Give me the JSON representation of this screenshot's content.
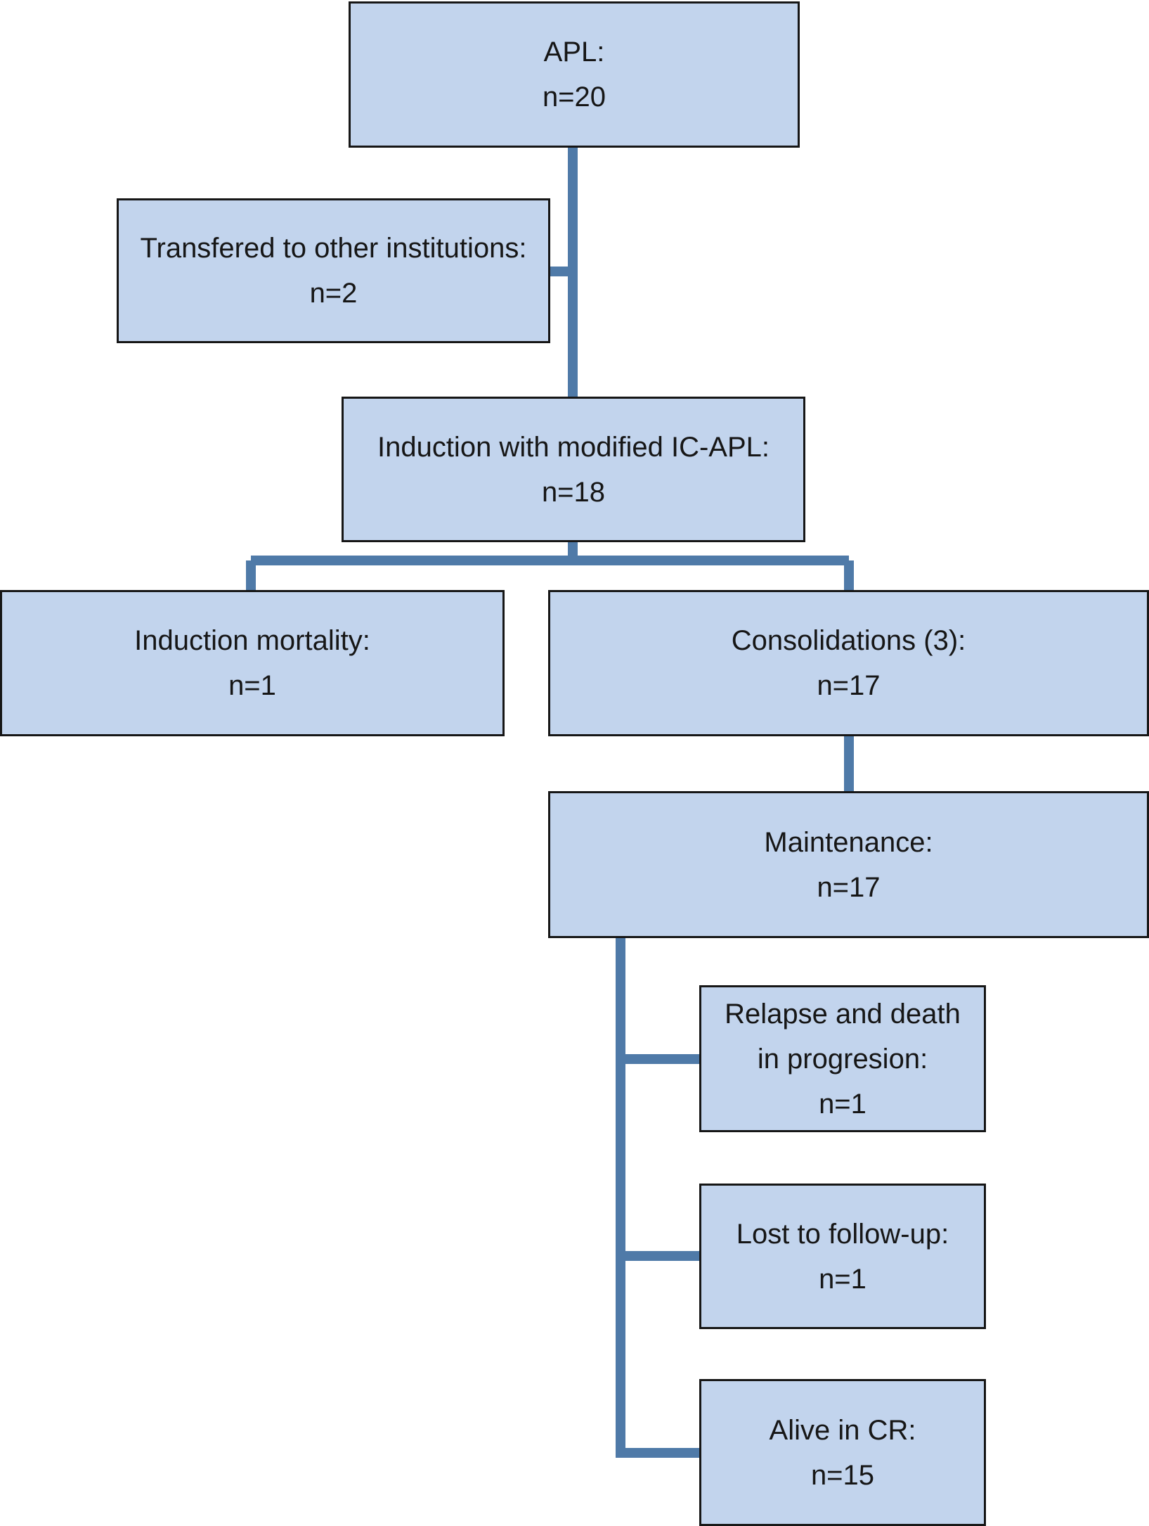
{
  "colors": {
    "box_fill": "#c2d4ed",
    "box_border": "#161616",
    "connector": "#4f7aa8",
    "text": "#161616"
  },
  "nodes": {
    "apl": {
      "label": "APL:",
      "count": "n=20"
    },
    "transferred": {
      "label": "Transfered to other institutions:",
      "count": "n=2"
    },
    "induction": {
      "label": "Induction with modified IC-APL:",
      "count": "n=18"
    },
    "induction_mortality": {
      "label": "Induction mortality:",
      "count": "n=1"
    },
    "consolidations": {
      "label": "Consolidations (3):",
      "count": "n=17"
    },
    "maintenance": {
      "label": "Maintenance:",
      "count": "n=17"
    },
    "relapse": {
      "label_line1": "Relapse and death",
      "label_line2": "in progresion:",
      "count": "n=1"
    },
    "lost_followup": {
      "label": "Lost to follow-up:",
      "count": "n=1"
    },
    "alive_cr": {
      "label": "Alive in CR:",
      "count": "n=15"
    }
  }
}
